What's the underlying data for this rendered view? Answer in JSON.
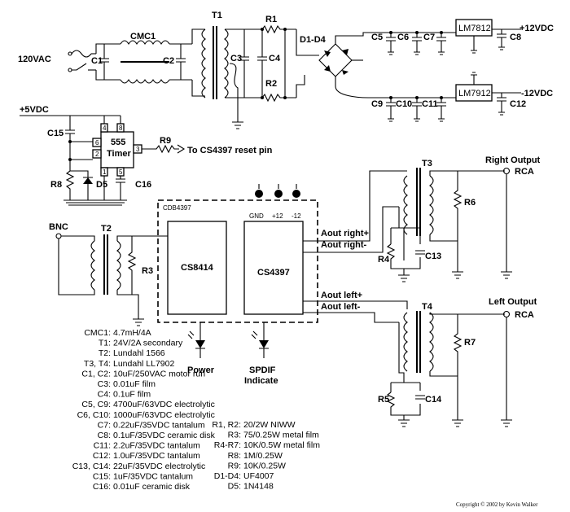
{
  "labels": {
    "vin": "120VAC",
    "cmc1": "CMC1",
    "c1": "C1",
    "c2": "C2",
    "t1": "T1",
    "c3": "C3",
    "c4": "C4",
    "r1": "R1",
    "r2": "R2",
    "d1d4": "D1-D4",
    "c5": "C5",
    "c6": "C6",
    "c7": "C7",
    "c8": "C8",
    "c9": "C9",
    "c10": "C10",
    "c11": "C11",
    "c12": "C12",
    "reg_pos": "LM7812",
    "reg_neg": "LM7912",
    "out_pos": "+12VDC",
    "out_neg": "-12VDC",
    "v5": "+5VDC",
    "c15": "C15",
    "c16": "C16",
    "timer_top": "555",
    "timer_bot": "Timer",
    "pin4": "4",
    "pin8": "8",
    "pin6": "6",
    "pin2": "2",
    "pin3": "3",
    "pin1": "1",
    "pin5": "5",
    "r8": "R8",
    "d5": "D5",
    "r9": "R9",
    "reset_note": "To CS4397 reset pin",
    "board": "CDB4397",
    "gnd": "GND",
    "p12": "+12",
    "m12": "-12",
    "cs8414": "CS8414",
    "cs4397": "CS4397",
    "bnc": "BNC",
    "t2": "T2",
    "r3": "R3",
    "power": "Power",
    "spdif1": "SPDIF",
    "spdif2": "Indicate",
    "aout_rp": "Aout right+",
    "aout_rm": "Aout right-",
    "aout_lp": "Aout left+",
    "aout_lm": "Aout left-",
    "t3": "T3",
    "t4": "T4",
    "r4": "R4",
    "r5": "R5",
    "r6": "R6",
    "r7": "R7",
    "c13": "C13",
    "c14": "C14",
    "right_out": "Right Output",
    "left_out": "Left Output",
    "rca_r": "RCA",
    "rca_l": "RCA",
    "copyright": "Copyright © 2002 by Kevin Walker"
  },
  "parts_list": [
    "CMC1: 4.7mH/4A",
    "T1: 24V/2A secondary",
    "T2: Lundahl 1566",
    "T3, T4: Lundahl LL7902",
    "C1, C2: 10uF/250VAC motor run",
    "C3: 0.01uF film",
    "C4: 0.1uF film",
    "C5, C9: 4700uF/63VDC electrolytic",
    "C6, C10: 1000uF/63VDC electrolytic",
    "C7: 0.22uF/35VDC tantalum",
    "C8: 0.1uF/35VDC ceramic disk",
    "C11: 2.2uF/35VDC tantalum",
    "C12: 1.0uF/35VDC tantalum",
    "C13, C14: 22uF/35VDC electrolytic",
    "C15: 1uF/35VDC tantalum",
    "C16: 0.01uF ceramic disk"
  ],
  "resistor_list": [
    "R1, R2: 20/2W NIWW",
    "R3: 75/0.25W metal film",
    "R4-R7: 10K/0.5W metal film",
    "R8: 1M/0.25W",
    "R9: 10K/0.25W",
    "D1-D4: UF4007",
    "D5: 1N4148"
  ]
}
